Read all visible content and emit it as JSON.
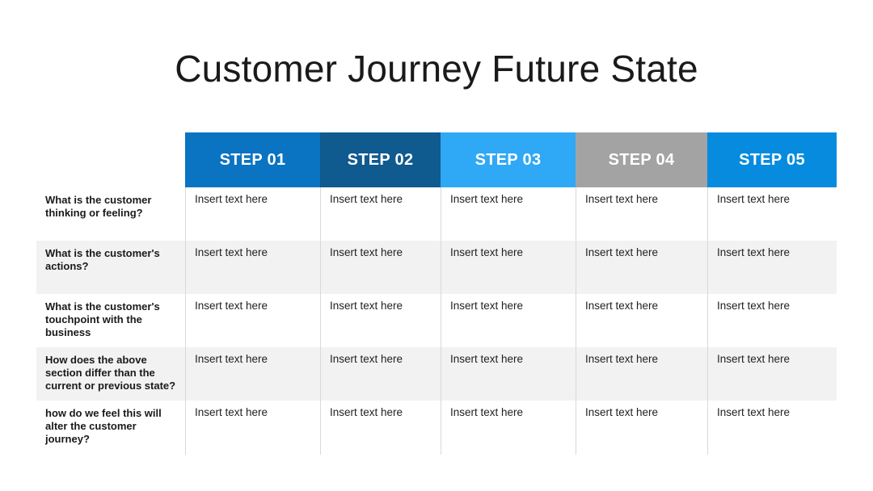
{
  "title": "Customer Journey Future State",
  "colors": {
    "step1": "#0a73c2",
    "step2": "#0f5a8f",
    "step3": "#2fa8f5",
    "step4": "#a3a3a3",
    "step5": "#078bdf",
    "row_shade": "#f2f2f2"
  },
  "steps": [
    "STEP 01",
    "STEP 02",
    "STEP 03",
    "STEP 04",
    "STEP 05"
  ],
  "rows": [
    {
      "question": "What is the customer thinking or feeling?",
      "cells": [
        "Insert text here",
        "Insert text here",
        "Insert text here",
        "Insert text here",
        "Insert text here"
      ]
    },
    {
      "question": "What is the customer's actions?",
      "cells": [
        "Insert text here",
        "Insert text here",
        "Insert text here",
        "Insert text here",
        "Insert text here"
      ]
    },
    {
      "question": "What is the customer's touchpoint with the business",
      "cells": [
        "Insert text here",
        "Insert text here",
        "Insert text here",
        "Insert text here",
        "Insert text here"
      ]
    },
    {
      "question": "How does the above section differ than the current or previous state?",
      "cells": [
        "Insert text here",
        "Insert text here",
        "Insert text here",
        "Insert text here",
        "Insert text here"
      ]
    },
    {
      "question": "how do we feel this will alter the customer journey?",
      "cells": [
        "Insert text here",
        "Insert text here",
        "Insert text here",
        "Insert text here",
        "Insert text here"
      ]
    }
  ]
}
